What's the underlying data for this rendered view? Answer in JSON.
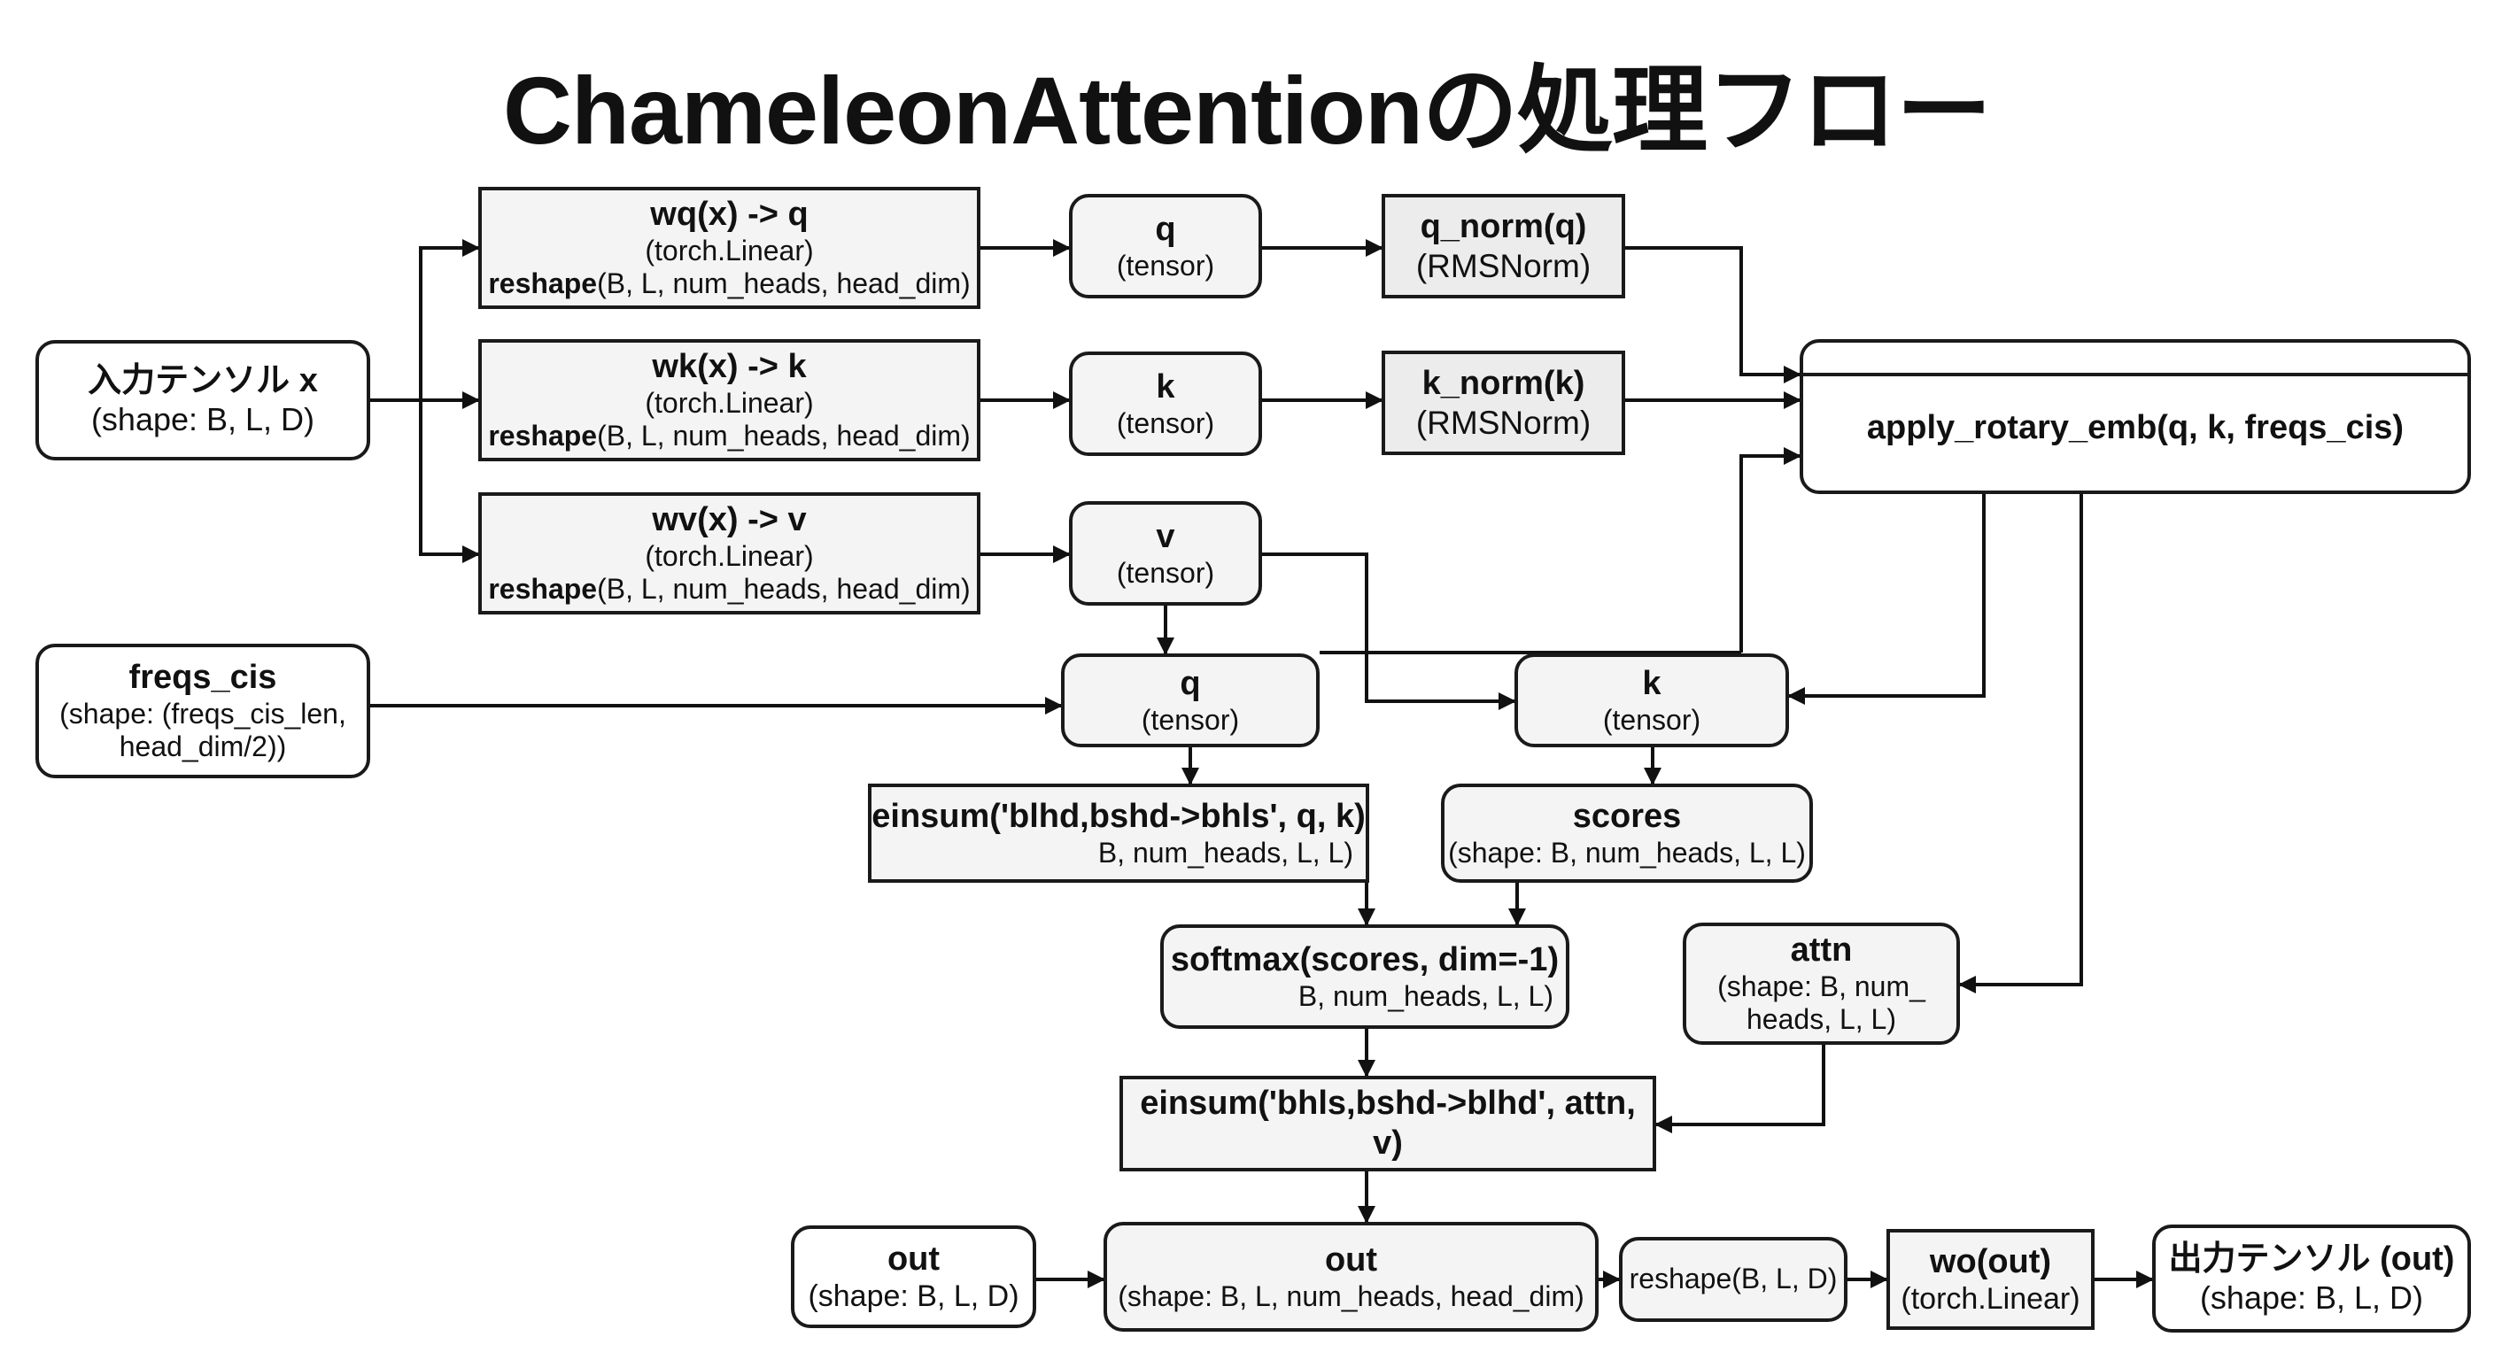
{
  "title": "ChameleonAttentionの処理フロー",
  "nodes": {
    "input": {
      "label": "入力テンソル x",
      "sub": "(shape: B, L, D)"
    },
    "wq": {
      "label": "wq(x) -> q",
      "sub": "(torch.Linear)",
      "reshape_bold": "reshape",
      "reshape_rest": "(B, L, num_heads, head_dim)"
    },
    "wk": {
      "label": "wk(x) -> k",
      "sub": "(torch.Linear)",
      "reshape_bold": "reshape",
      "reshape_rest": "(B, L, num_heads, head_dim)"
    },
    "wv": {
      "label": "wv(x) -> v",
      "sub": "(torch.Linear)",
      "reshape_bold": "reshape",
      "reshape_rest": "(B, L, num_heads, head_dim)"
    },
    "q_top": {
      "label": "q",
      "sub": "(tensor)"
    },
    "k_top": {
      "label": "k",
      "sub": "(tensor)"
    },
    "v_top": {
      "label": "v",
      "sub": "(tensor)"
    },
    "q_norm": {
      "label": "q_norm(q)",
      "sub": "(RMSNorm)"
    },
    "k_norm": {
      "label": "k_norm(k)",
      "sub": "(RMSNorm)"
    },
    "rotary": {
      "label": "apply_rotary_emb(q, k, freqs_cis)"
    },
    "freqs": {
      "label": "freqs_cis",
      "sub1": "(shape: (freqs_cis_len,",
      "sub2": "head_dim/2))"
    },
    "q_mid": {
      "label": "q",
      "sub": "(tensor)"
    },
    "k_mid": {
      "label": "k",
      "sub": "(tensor)"
    },
    "einsum1": {
      "label": "einsum('blhd,bshd->bhls', q, k)",
      "sub": "B, num_heads, L, L)"
    },
    "scores": {
      "label": "scores",
      "sub": "(shape: B, num_heads, L, L)"
    },
    "softmax": {
      "label": "softmax(scores, dim=-1)",
      "sub": "B, num_heads, L, L)"
    },
    "attn": {
      "label": "attn",
      "sub1": "(shape: B, num_",
      "sub2": "heads, L, L)"
    },
    "einsum2": {
      "label": "einsum('bhls,bshd->blhd', attn, v)"
    },
    "out_left": {
      "label": "out",
      "sub": "(shape: B, L, D)"
    },
    "out_mid": {
      "label": "out",
      "sub": "(shape: B, L, num_heads, head_dim)"
    },
    "reshape": {
      "label": "reshape(B, L, D)"
    },
    "wo": {
      "label": "wo(out)",
      "sub": "(torch.Linear)"
    },
    "output": {
      "label": "出力テンソル (out)",
      "sub": "(shape: B, L, D)"
    }
  }
}
